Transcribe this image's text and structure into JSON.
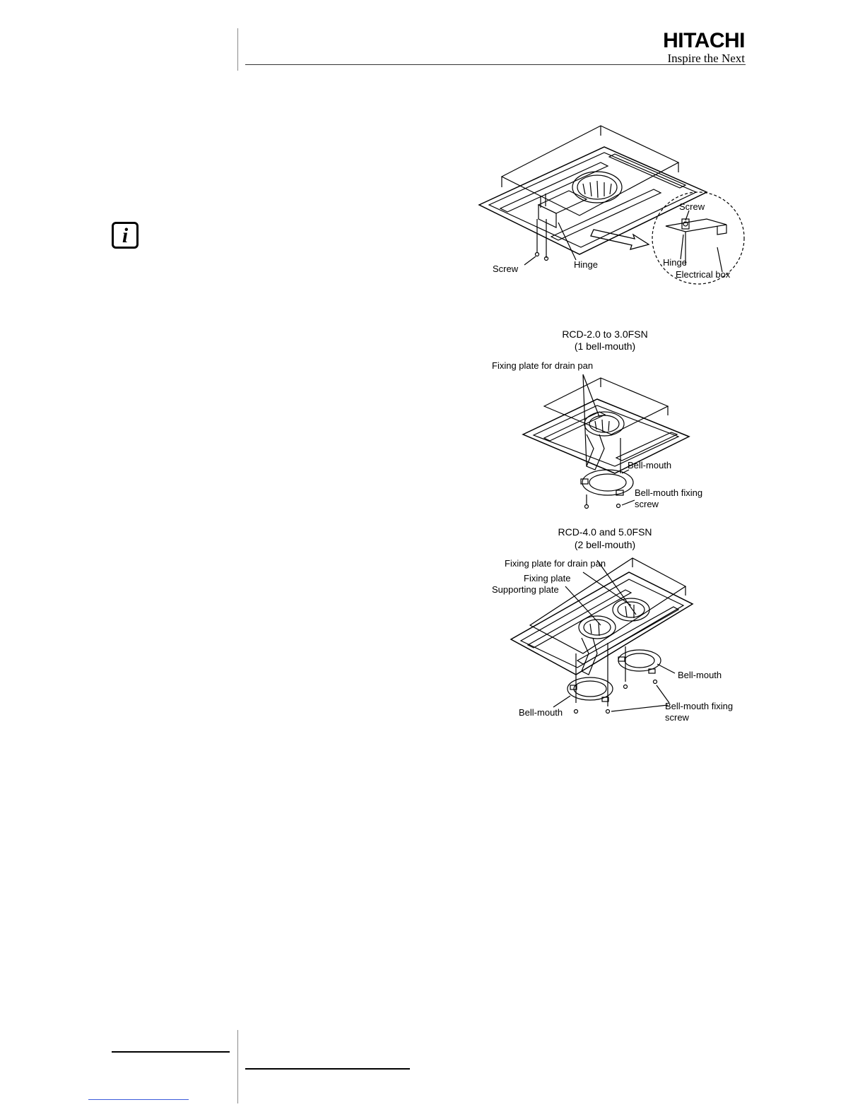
{
  "header": {
    "brand_name": "HITACHI",
    "brand_tagline": "Inspire the Next"
  },
  "icons": {
    "info": "information-icon"
  },
  "figure_electrical_box": {
    "labels": {
      "screw_left": "Screw",
      "hinge_main": "Hinge",
      "screw_detail": "Screw",
      "hinge_detail": "Hinge",
      "electrical_box": "Electrical box"
    }
  },
  "figure_one_bellmouth": {
    "caption_line1": "RCD-2.0 to 3.0FSN",
    "caption_line2": "(1 bell-mouth)",
    "labels": {
      "fixing_plate_drain_pan": "Fixing plate for drain pan",
      "bell_mouth": "Bell-mouth",
      "fixing_screw_line1": "Bell-mouth fixing",
      "fixing_screw_line2": "screw"
    }
  },
  "figure_two_bellmouth": {
    "caption_line1": "RCD-4.0 and 5.0FSN",
    "caption_line2": "(2 bell-mouth)",
    "labels": {
      "fixing_plate_drain_pan": "Fixing plate for drain pan",
      "fixing_plate": "Fixing plate",
      "supporting_plate": "Supporting plate",
      "bell_mouth_right": "Bell-mouth",
      "bell_mouth_left": "Bell-mouth",
      "fixing_screw_line1": "Bell-mouth fixing",
      "fixing_screw_line2": "screw"
    }
  }
}
